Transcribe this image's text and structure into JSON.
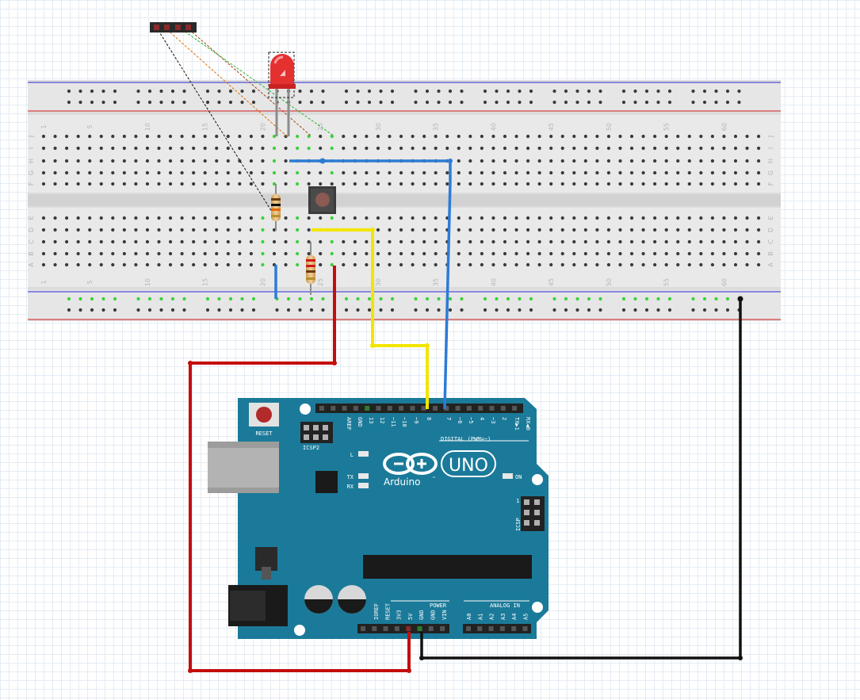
{
  "breadboard": {
    "column_numbers": [
      "1",
      "5",
      "10",
      "15",
      "20",
      "25",
      "30",
      "35",
      "40",
      "45",
      "50",
      "55",
      "60"
    ],
    "row_letters_top": [
      "J",
      "I",
      "H",
      "G",
      "F"
    ],
    "row_letters_bottom": [
      "E",
      "D",
      "C",
      "B",
      "A"
    ]
  },
  "arduino": {
    "reset_label": "RESET",
    "icsp2_label": "ICSP2",
    "icsp_label": "ICSP",
    "icsp_pin1": "1",
    "led_l_label": "L",
    "tx_label": "TX",
    "rx_label": "RX",
    "on_label": "ON",
    "uno_label": "UNO",
    "brand": "Arduino",
    "tm": "™",
    "digital_label": "DIGITAL (PWM=~)",
    "power_label": "POWER",
    "analog_label": "ANALOG IN",
    "digital_pins": [
      "AREF",
      "GND",
      "13",
      "12",
      "~11",
      "~10",
      "~9",
      "8",
      "7",
      "~6",
      "~5",
      "4",
      "~3",
      "2",
      "TX▶1",
      "RX◀0"
    ],
    "power_pins": [
      "IOREF",
      "RESET",
      "3V3",
      "5V",
      "GND",
      "GND",
      "VIN"
    ],
    "analog_pins": [
      "A0",
      "A1",
      "A2",
      "A3",
      "A4",
      "A5"
    ]
  },
  "colors": {
    "arduino_board": "#1b7a99",
    "wire_red": "#c40d0d",
    "wire_black": "#111111",
    "wire_yellow": "#f2e600",
    "wire_blue": "#2d7bd6",
    "led_red": "#e53030",
    "rail_blue": "#2a2ad8",
    "rail_red": "#d01818"
  }
}
